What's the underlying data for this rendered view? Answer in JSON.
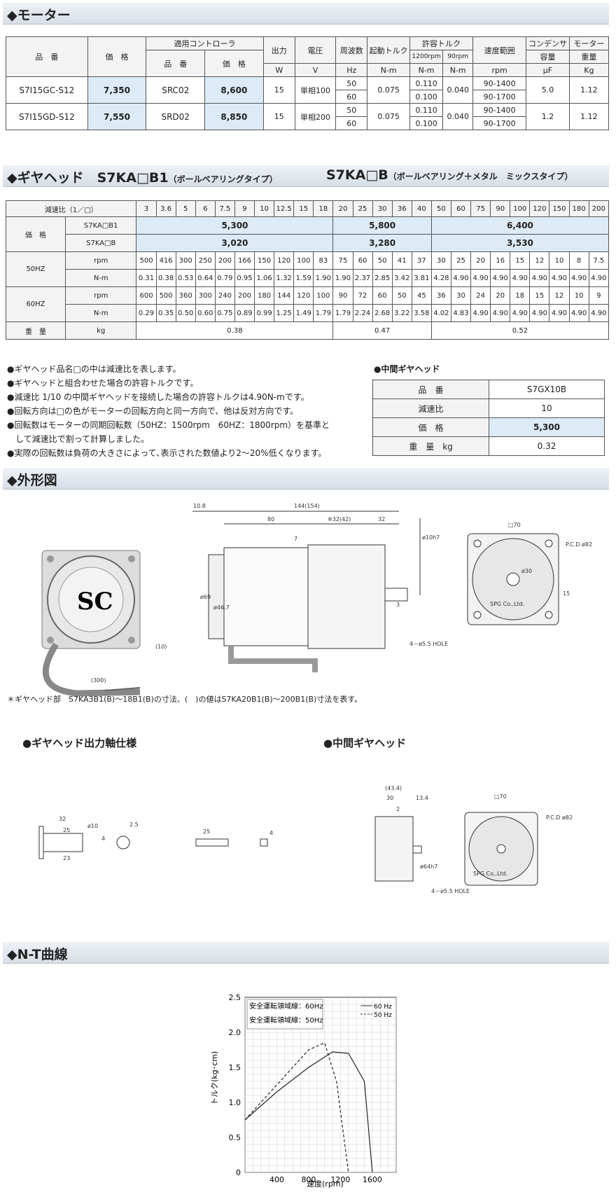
{
  "motor": {
    "title": "◆モーター",
    "hdr_part": "品　番",
    "hdr_price": "価　格",
    "hdr_ctrl": "適用コントローラ",
    "hdr_ctrl_part": "品　番",
    "hdr_ctrl_price": "価　格",
    "hdr_output": "出力",
    "hdr_voltage": "電圧",
    "hdr_freq": "周波数",
    "hdr_start": "起動トルク",
    "hdr_allow": "許容トルク",
    "hdr_1200": "1200rpm",
    "hdr_90": "90rpm",
    "hdr_speed": "速度範囲",
    "hdr_cond": "コンデンサ",
    "hdr_cond2": "容量",
    "hdr_weight": "モーター",
    "hdr_weight2": "重量",
    "u_w": "W",
    "u_v": "V",
    "u_hz": "Hz",
    "u_nm1": "N-m",
    "u_nm2": "N-m",
    "u_nm3": "N-m",
    "u_rpm": "rpm",
    "u_uf": "μF",
    "u_kg": "Kg",
    "rows": [
      {
        "part": "S7I15GC-S12",
        "price": "7,350",
        "ctrl": "SRC02",
        "ctrl_price": "8,600",
        "output": "15",
        "voltage": "単相100",
        "f1": "50",
        "f2": "60",
        "start": "0.075",
        "t1a": "0.110",
        "t1b": "0.100",
        "t2": "0.040",
        "s1": "90-1400",
        "s2": "90-1700",
        "cond": "5.0",
        "weight": "1.12"
      },
      {
        "part": "S7I15GD-S12",
        "price": "7,550",
        "ctrl": "SRD02",
        "ctrl_price": "8,850",
        "output": "15",
        "voltage": "単相200",
        "f1": "50",
        "f2": "60",
        "start": "0.075",
        "t1a": "0.110",
        "t1b": "0.100",
        "t2": "0.040",
        "s1": "90-1400",
        "s2": "90-1700",
        "cond": "1.2",
        "weight": "1.12"
      }
    ]
  },
  "gear": {
    "title": "◆ギヤヘッド　S7KA□B1",
    "title_note": "（ボールベアリングタイプ）",
    "title2": "S7KA□B",
    "title2_note": "（ボールベアリング＋メタル　ミックスタイプ）",
    "ratio_label": "減速比（1／□）",
    "ratios": [
      "3",
      "3.6",
      "5",
      "6",
      "7.5",
      "9",
      "10",
      "12.5",
      "15",
      "18",
      "20",
      "25",
      "30",
      "36",
      "40",
      "50",
      "60",
      "75",
      "90",
      "100",
      "120",
      "150",
      "180",
      "200"
    ],
    "price_label": "価　格",
    "b1_label": "S7KA□B1",
    "b_label": "S7KA□B",
    "b1_prices": [
      "5,300",
      "5,800",
      "6,400"
    ],
    "b_prices": [
      "3,020",
      "3,280",
      "3,530"
    ],
    "hz50": "50HZ",
    "hz60": "60HZ",
    "rpm_label": "rpm",
    "nm_label": "N-m",
    "rpm50": [
      "500",
      "416",
      "300",
      "250",
      "200",
      "166",
      "150",
      "120",
      "100",
      "83",
      "75",
      "60",
      "50",
      "41",
      "37",
      "30",
      "25",
      "20",
      "16",
      "15",
      "12",
      "10",
      "8",
      "7.5"
    ],
    "nm50": [
      "0.31",
      "0.38",
      "0.53",
      "0.64",
      "0.79",
      "0.95",
      "1.06",
      "1.32",
      "1.59",
      "1.90",
      "1.90",
      "2.37",
      "2.85",
      "3.42",
      "3.81",
      "4.28",
      "4.90",
      "4.90",
      "4.90",
      "4.90",
      "4.90",
      "4.90",
      "4.90",
      "4.90"
    ],
    "rpm60": [
      "600",
      "500",
      "360",
      "300",
      "240",
      "200",
      "180",
      "144",
      "120",
      "100",
      "90",
      "72",
      "60",
      "50",
      "45",
      "36",
      "30",
      "24",
      "20",
      "18",
      "15",
      "12",
      "10",
      "9"
    ],
    "nm60": [
      "0.29",
      "0.35",
      "0.50",
      "0.60",
      "0.75",
      "0.89",
      "0.99",
      "1.25",
      "1.49",
      "1.79",
      "1.79",
      "2.24",
      "2.68",
      "3.22",
      "3.58",
      "4.02",
      "4.83",
      "4.90",
      "4.90",
      "4.90",
      "4.90",
      "4.90",
      "4.90",
      "4.90"
    ],
    "weight_label": "重　量",
    "weight_unit": "kg",
    "weights": [
      "0.38",
      "0.47",
      "0.52"
    ]
  },
  "notes": [
    "●ギヤヘッド品名□の中は減速比を表します。",
    "●ギヤヘッドと組合わせた場合の許容トルクです。",
    "●減速比 1/10 の中間ギヤヘッドを接続した場合の許容トルクは4.90N-mです。",
    "●回転方向は□の色がモーターの回転方向と同一方向で、他は反対方向です。",
    "●回転数はモーターの同期回転数（50HZ：1500rpm　60HZ：1800rpm）を基準と",
    "　して減速比で割って計算しました。",
    "●実際の回転数は負荷の大きさによって､表示された数値より2〜20%低くなります。"
  ],
  "mid": {
    "title": "●中間ギヤヘッド",
    "part_label": "品　番",
    "part": "S7GX10B",
    "ratio_label": "減速比",
    "ratio": "10",
    "price_label": "価　格",
    "price": "5,300",
    "weight_label": "重　量　kg",
    "weight": "0.32"
  },
  "outline": {
    "title": "◆外形図",
    "dims": {
      "d10_8": "10.8",
      "d144": "144(154)",
      "d80": "80",
      "d32_42": "※32(42)",
      "d32": "32",
      "d7": "7",
      "d3": "3",
      "d69": "ø69",
      "d46_7": "ø46.7",
      "d10h7": "ø10h7",
      "d10": "(10)",
      "d300": "(300)",
      "sq70": "□70",
      "pcd": "P.C.D ø82",
      "hole": "4－ø5.5 HOLE",
      "d15": "15",
      "d30": "ø30",
      "spg": "SPG Co.,Ltd."
    },
    "footnote": "＊ギヤヘッド部　S7KA3B1(B)〜18B1(B)の寸法、(　)の値はS7KA20B1(B)〜200B1(B)寸法を表す。",
    "logo": "SC"
  },
  "shaft": {
    "title": "●ギヤヘッド出力軸仕様",
    "d32": "32",
    "d25": "25",
    "d23": "23",
    "d10": "ø10",
    "d4": "4",
    "d2_5": "2.5",
    "d25b": "25",
    "d4b": "4"
  },
  "mid_outline": {
    "title": "●中間ギヤヘッド",
    "d43_4": "(43.4)",
    "d30": "30",
    "d13_4": "13.4",
    "d2": "2",
    "d64": "ø64h7",
    "sq70": "□70",
    "pcd": "P.C.D ø82",
    "hole": "4－ø5.5 HOLE",
    "spg": "SPG Co.,Ltd."
  },
  "nt": {
    "title": "◆N-T曲線",
    "legend1": "安全運転領域線：60Hz",
    "legend2": "安全運転領域線：50Hz",
    "l60": "60 Hz",
    "l50": "50 Hz",
    "ylabel": "トルク(kg･cm)",
    "xlabel": "速度(rpm)",
    "yticks": [
      "0",
      "0.5",
      "1.0",
      "1.5",
      "2.0",
      "2.5"
    ],
    "xticks": [
      "400",
      "800",
      "1200",
      "1600"
    ]
  },
  "chart_data": {
    "type": "line",
    "xlabel": "速度(rpm)",
    "ylabel": "トルク(kg･cm)",
    "xlim": [
      0,
      1900
    ],
    "ylim": [
      0,
      2.5
    ],
    "series": [
      {
        "name": "60 Hz",
        "x": [
          0,
          400,
          800,
          1100,
          1300,
          1500,
          1600
        ],
        "y": [
          0.75,
          1.15,
          1.5,
          1.72,
          1.7,
          1.3,
          0
        ]
      },
      {
        "name": "50 Hz",
        "x": [
          0,
          400,
          800,
          1000,
          1150,
          1300
        ],
        "y": [
          0.75,
          1.25,
          1.75,
          1.85,
          1.3,
          0
        ]
      }
    ]
  }
}
